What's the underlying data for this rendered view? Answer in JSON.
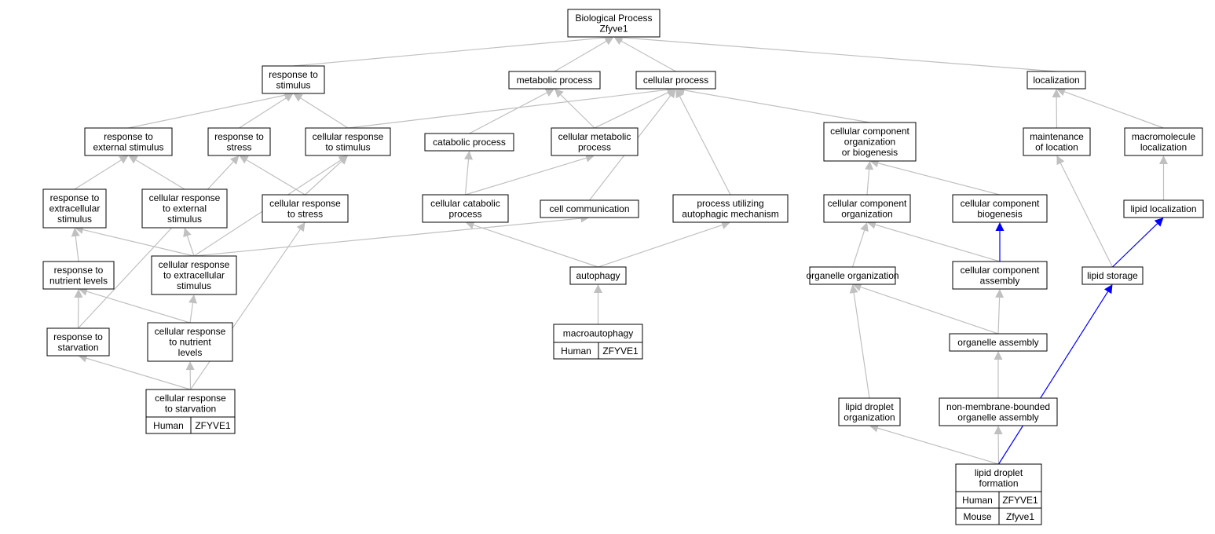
{
  "colors": {
    "default_edge": "#c0c0c0",
    "highlight_edge": "#0000ff",
    "human_cell": "#ff6347",
    "mouse_cell": "#add8e6"
  },
  "nodes": [
    {
      "id": "bp",
      "lines": [
        "Biological Process",
        "Zfyve1"
      ]
    },
    {
      "id": "rs",
      "lines": [
        "response to",
        "stimulus"
      ]
    },
    {
      "id": "mp",
      "lines": [
        "metabolic process"
      ]
    },
    {
      "id": "cp",
      "lines": [
        "cellular process"
      ]
    },
    {
      "id": "loc",
      "lines": [
        "localization"
      ]
    },
    {
      "id": "res",
      "lines": [
        "response to",
        "external stimulus"
      ]
    },
    {
      "id": "rst",
      "lines": [
        "response to",
        "stress"
      ]
    },
    {
      "id": "crs",
      "lines": [
        "cellular response",
        "to stimulus"
      ]
    },
    {
      "id": "catp",
      "lines": [
        "catabolic process"
      ]
    },
    {
      "id": "cmp",
      "lines": [
        "cellular metabolic",
        "process"
      ]
    },
    {
      "id": "ccob",
      "lines": [
        "cellular component",
        "organization",
        "or biogenesis"
      ]
    },
    {
      "id": "mol",
      "lines": [
        "maintenance",
        "of location"
      ]
    },
    {
      "id": "macl",
      "lines": [
        "macromolecule",
        "localization"
      ]
    },
    {
      "id": "rexs",
      "lines": [
        "response to",
        "extracellular",
        "stimulus"
      ]
    },
    {
      "id": "cres",
      "lines": [
        "cellular response",
        "to external",
        "stimulus"
      ]
    },
    {
      "id": "crst",
      "lines": [
        "cellular response",
        "to stress"
      ]
    },
    {
      "id": "ccatp",
      "lines": [
        "cellular catabolic",
        "process"
      ]
    },
    {
      "id": "cc",
      "lines": [
        "cell communication"
      ]
    },
    {
      "id": "puam",
      "lines": [
        "process utilizing",
        "autophagic mechanism"
      ]
    },
    {
      "id": "cco",
      "lines": [
        "cellular component",
        "organization"
      ]
    },
    {
      "id": "ccb",
      "lines": [
        "cellular component",
        "biogenesis"
      ]
    },
    {
      "id": "ll",
      "lines": [
        "lipid localization"
      ]
    },
    {
      "id": "rnl",
      "lines": [
        "response to",
        "nutrient levels"
      ]
    },
    {
      "id": "crexs",
      "lines": [
        "cellular response",
        "to extracellular",
        "stimulus"
      ]
    },
    {
      "id": "aut",
      "lines": [
        "autophagy"
      ]
    },
    {
      "id": "oo",
      "lines": [
        "organelle organization"
      ]
    },
    {
      "id": "cca",
      "lines": [
        "cellular component",
        "assembly"
      ]
    },
    {
      "id": "ls",
      "lines": [
        "lipid storage"
      ]
    },
    {
      "id": "rsv",
      "lines": [
        "response to",
        "starvation"
      ]
    },
    {
      "id": "crnl",
      "lines": [
        "cellular response",
        "to nutrient",
        "levels"
      ]
    },
    {
      "id": "mac",
      "lines": [
        "macroautophagy"
      ],
      "rows": [
        {
          "species": "Human",
          "gene": "ZFYVE1"
        }
      ]
    },
    {
      "id": "oa",
      "lines": [
        "organelle assembly"
      ]
    },
    {
      "id": "crsv",
      "lines": [
        "cellular response",
        "to starvation"
      ],
      "rows": [
        {
          "species": "Human",
          "gene": "ZFYVE1"
        }
      ]
    },
    {
      "id": "ldo",
      "lines": [
        "lipid droplet",
        "organization"
      ]
    },
    {
      "id": "nmboa",
      "lines": [
        "non-membrane-bounded",
        "organelle assembly"
      ]
    },
    {
      "id": "ldf",
      "lines": [
        "lipid droplet",
        "formation"
      ],
      "rows": [
        {
          "species": "Human",
          "gene": "ZFYVE1"
        },
        {
          "species": "Mouse",
          "gene": "Zfyve1"
        }
      ]
    }
  ],
  "edges": [
    {
      "from": "rs",
      "to": "bp"
    },
    {
      "from": "mp",
      "to": "bp"
    },
    {
      "from": "cp",
      "to": "bp"
    },
    {
      "from": "loc",
      "to": "bp"
    },
    {
      "from": "res",
      "to": "rs"
    },
    {
      "from": "rst",
      "to": "rs"
    },
    {
      "from": "crs",
      "to": "rs"
    },
    {
      "from": "crs",
      "to": "cp"
    },
    {
      "from": "catp",
      "to": "mp"
    },
    {
      "from": "cmp",
      "to": "mp"
    },
    {
      "from": "cmp",
      "to": "cp"
    },
    {
      "from": "ccob",
      "to": "cp"
    },
    {
      "from": "mol",
      "to": "loc"
    },
    {
      "from": "macl",
      "to": "loc"
    },
    {
      "from": "rexs",
      "to": "res"
    },
    {
      "from": "cres",
      "to": "res"
    },
    {
      "from": "crst",
      "to": "rst"
    },
    {
      "from": "crst",
      "to": "crs"
    },
    {
      "from": "ccatp",
      "to": "catp"
    },
    {
      "from": "ccatp",
      "to": "cmp"
    },
    {
      "from": "cc",
      "to": "cp"
    },
    {
      "from": "puam",
      "to": "cp"
    },
    {
      "from": "cco",
      "to": "ccob"
    },
    {
      "from": "ccb",
      "to": "ccob"
    },
    {
      "from": "ll",
      "to": "macl"
    },
    {
      "from": "rnl",
      "to": "rexs"
    },
    {
      "from": "crexs",
      "to": "rexs"
    },
    {
      "from": "crexs",
      "to": "cres"
    },
    {
      "from": "crexs",
      "to": "crs"
    },
    {
      "from": "crexs",
      "to": "cc"
    },
    {
      "from": "aut",
      "to": "ccatp"
    },
    {
      "from": "aut",
      "to": "puam"
    },
    {
      "from": "oo",
      "to": "cco"
    },
    {
      "from": "cca",
      "to": "cco"
    },
    {
      "from": "cca",
      "to": "ccb",
      "highlight": true
    },
    {
      "from": "ls",
      "to": "mol"
    },
    {
      "from": "ls",
      "to": "ll",
      "highlight": true
    },
    {
      "from": "rsv",
      "to": "rnl"
    },
    {
      "from": "rsv",
      "to": "rst"
    },
    {
      "from": "crnl",
      "to": "rnl"
    },
    {
      "from": "crnl",
      "to": "crexs"
    },
    {
      "from": "mac",
      "to": "aut"
    },
    {
      "from": "oa",
      "to": "oo"
    },
    {
      "from": "oa",
      "to": "cca"
    },
    {
      "from": "crsv",
      "to": "rsv"
    },
    {
      "from": "crsv",
      "to": "crnl"
    },
    {
      "from": "crsv",
      "to": "crst"
    },
    {
      "from": "ldo",
      "to": "oo"
    },
    {
      "from": "nmboa",
      "to": "oa"
    },
    {
      "from": "ldf",
      "to": "ldo"
    },
    {
      "from": "ldf",
      "to": "nmboa"
    },
    {
      "from": "ldf",
      "to": "ls",
      "highlight": true
    }
  ]
}
